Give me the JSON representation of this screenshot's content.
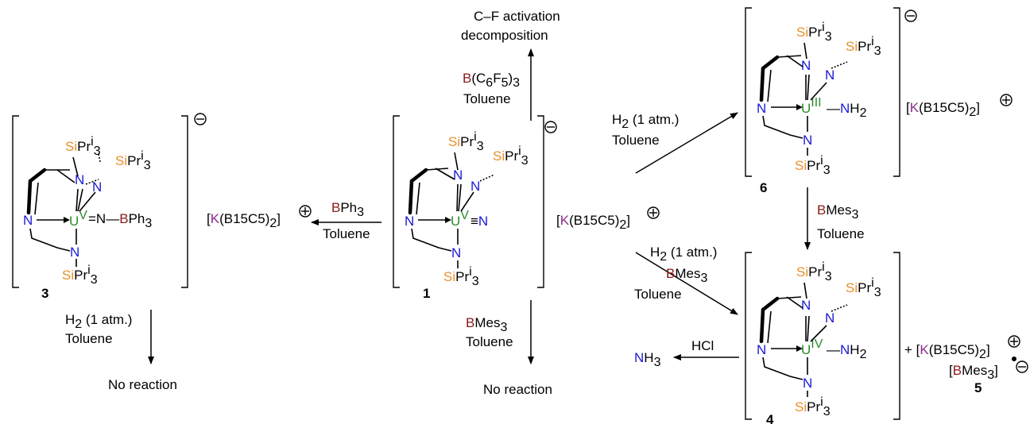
{
  "colors": {
    "N": "#1a1ad8",
    "U": "#2f8a2f",
    "Si": "#e8902a",
    "B": "#8b1a1a",
    "K": "#8b2c8b"
  },
  "labels": {
    "cf_line1": "C–F activation",
    "cf_line2": "decomposition",
    "toluene": "Toluene",
    "no_reaction": "No reaction",
    "hcl": "HCl",
    "h2_1atm": "(1 atm.)",
    "plus": "+",
    "num_1": "1",
    "num_3": "3",
    "num_4": "4",
    "num_5": "5",
    "num_6": "6"
  },
  "atoms": {
    "N": "N",
    "U": "U",
    "Si": "Si",
    "Pr": "Pr",
    "i": "i",
    "three": "3",
    "two": "2",
    "H": "H",
    "B": "B",
    "Ph": "Ph",
    "Mes": "Mes",
    "K": "K",
    "B15C5": "(B15C5)",
    "C": "C",
    "F": "F",
    "five": "5",
    "H2": "H",
    "NH": "NH",
    "BMes": "BMes",
    "ox_V": "V",
    "ox_III": "III",
    "ox_IV": "IV"
  }
}
